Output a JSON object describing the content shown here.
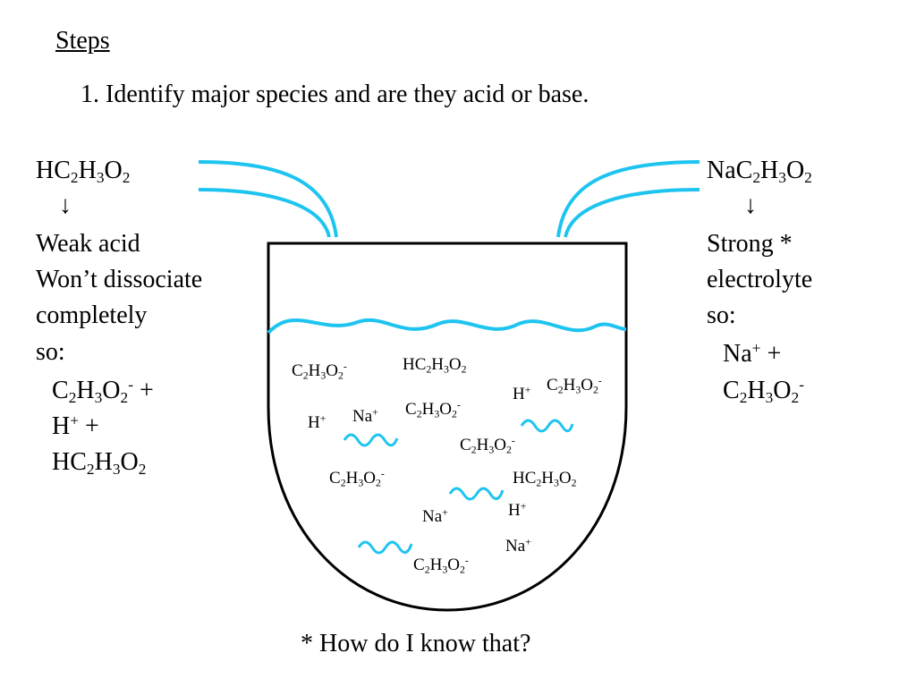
{
  "heading": "Steps",
  "step1": "1. Identify major species and are they acid or base.",
  "left": {
    "formula": [
      "HC",
      "2",
      "H",
      "3",
      "O",
      "2"
    ],
    "arrow": "↓",
    "lines": [
      "Weak acid",
      "Won’t dissociate",
      "completely",
      "so:"
    ],
    "products": {
      "ion1": [
        "C",
        "2",
        "H",
        "3",
        "O",
        "2",
        "-",
        " +"
      ],
      "ion2": [
        "H",
        "+",
        " +"
      ],
      "molecule": [
        "HC",
        "2",
        "H",
        "3",
        "O",
        "2"
      ]
    }
  },
  "right": {
    "formula": [
      "NaC",
      "2",
      "H",
      "3",
      "O",
      "2"
    ],
    "arrow": "↓",
    "lines": [
      "Strong *",
      "electrolyte",
      "so:"
    ],
    "products": {
      "ion1": [
        "Na",
        "+",
        " +"
      ],
      "ion2": [
        "C",
        "2",
        "H",
        "3",
        "O",
        "2",
        "-"
      ]
    }
  },
  "beaker": {
    "species": [
      [
        "C",
        "2",
        "H",
        "3",
        "O",
        "2",
        "-"
      ],
      [
        "HC",
        "2",
        "H",
        "3",
        "O",
        "2"
      ],
      [
        "H",
        "+"
      ],
      [
        "C",
        "2",
        "H",
        "3",
        "O",
        "2",
        "-"
      ],
      [
        "H",
        "+"
      ],
      [
        "Na",
        "+"
      ],
      [
        "C",
        "2",
        "H",
        "3",
        "O",
        "2",
        "-"
      ],
      [
        "C",
        "2",
        "H",
        "3",
        "O",
        "2",
        "-"
      ],
      [
        "C",
        "2",
        "H",
        "3",
        "O",
        "2",
        "-"
      ],
      [
        "HC",
        "2",
        "H",
        "3",
        "O",
        "2"
      ],
      [
        "H",
        "+"
      ],
      [
        "Na",
        "+"
      ],
      [
        "Na",
        "+"
      ],
      [
        "C",
        "2",
        "H",
        "3",
        "O",
        "2",
        "-"
      ]
    ]
  },
  "footnote": "* How do I know that?",
  "colors": {
    "accent": "#1ec4f0",
    "text": "#000000"
  }
}
